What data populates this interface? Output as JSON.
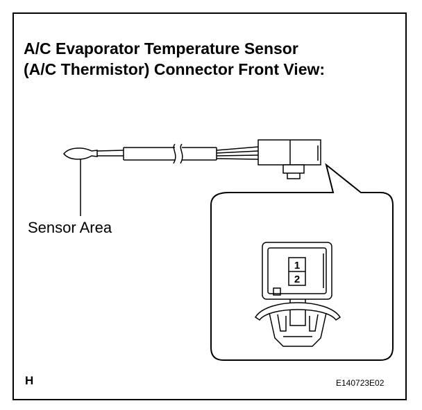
{
  "title": {
    "line1": "A/C Evaporator Temperature Sensor",
    "line2": "(A/C Thermistor) Connector Front View:"
  },
  "callouts": {
    "sensor_area": "Sensor Area"
  },
  "connector": {
    "pins": [
      "1",
      "2"
    ]
  },
  "footer": {
    "letter": "H",
    "ref_code": "E140723E02"
  }
}
